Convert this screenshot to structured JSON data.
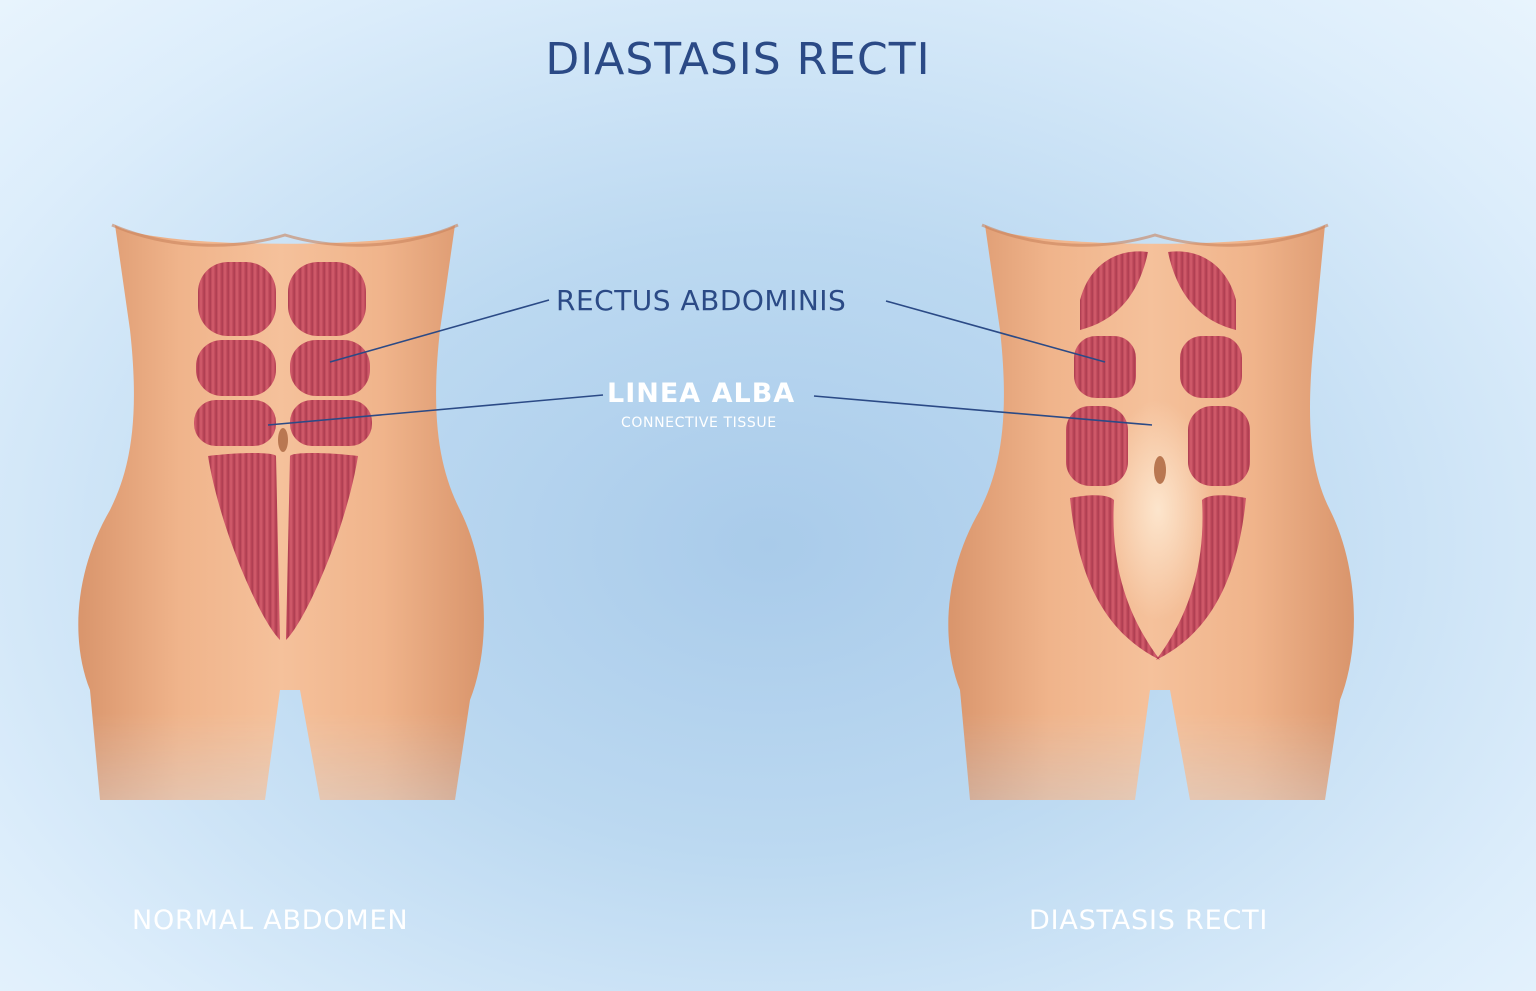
{
  "title": "DIASTASIS RECTI",
  "labels": {
    "rectus": "RECTUS ABDOMINIS",
    "linea": "LINEA ALBA",
    "linea_sub": "CONNECTIVE TISSUE"
  },
  "captions": {
    "normal": "NORMAL ABDOMEN",
    "diastasis": "DIASTASIS RECTI"
  },
  "colors": {
    "title": "#2b4a86",
    "skin": "#e6a77e",
    "muscle": "#c24a5c",
    "leader_line": "#2b4a86"
  }
}
